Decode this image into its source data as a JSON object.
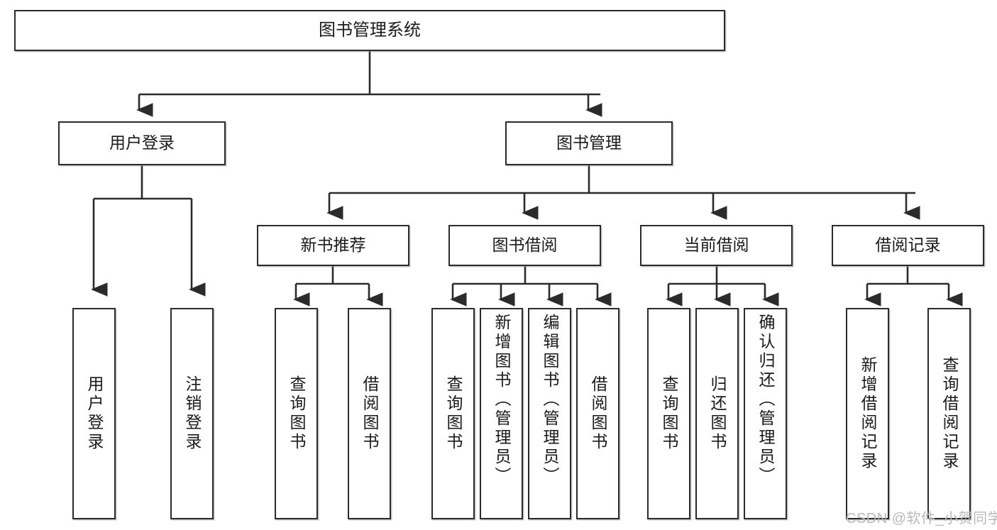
{
  "diagram": {
    "title": "图书管理系统",
    "type": "hierarchy-tree",
    "colors": {
      "node_border": "#2b2b2b",
      "node_fill": "#ffffff",
      "edge": "#2b2b2b",
      "watermark": "#b9b9b9",
      "background": "#ffffff"
    },
    "levels": {
      "root": {
        "label": "图书管理系统"
      },
      "level2": [
        {
          "id": "user-login",
          "label": "用户登录"
        },
        {
          "id": "book-manage",
          "label": "图书管理"
        }
      ],
      "level3": [
        {
          "id": "new-book-recommend",
          "label": "新书推荐"
        },
        {
          "id": "book-borrow",
          "label": "图书借阅"
        },
        {
          "id": "current-borrow",
          "label": "当前借阅"
        },
        {
          "id": "borrow-record",
          "label": "借阅记录"
        }
      ],
      "leaves": {
        "user_login": [
          {
            "id": "leaf-user-login",
            "label": "用户登录"
          },
          {
            "id": "leaf-user-logout",
            "label": "注销登录"
          }
        ],
        "new_book_recommend": [
          {
            "id": "leaf-query-book-1",
            "label": "查询图书"
          },
          {
            "id": "leaf-borrow-book-1",
            "label": "借阅图书"
          }
        ],
        "book_borrow": [
          {
            "id": "leaf-query-book-2",
            "label": "查询图书"
          },
          {
            "id": "leaf-add-book-admin",
            "label": "新增图书（管理员）"
          },
          {
            "id": "leaf-edit-book-admin",
            "label": "编辑图书（管理员）"
          },
          {
            "id": "leaf-borrow-book-2",
            "label": "借阅图书"
          }
        ],
        "current_borrow": [
          {
            "id": "leaf-query-book-3",
            "label": "查询图书"
          },
          {
            "id": "leaf-return-book",
            "label": "归还图书"
          },
          {
            "id": "leaf-confirm-return-admin",
            "label": "确认归还（管理员）"
          }
        ],
        "borrow_record": [
          {
            "id": "leaf-add-borrow-record",
            "label": "新增借阅记录"
          },
          {
            "id": "leaf-query-borrow-record",
            "label": "查询借阅记录"
          }
        ]
      }
    },
    "watermark": "CSDN @软件_小贺同学"
  }
}
